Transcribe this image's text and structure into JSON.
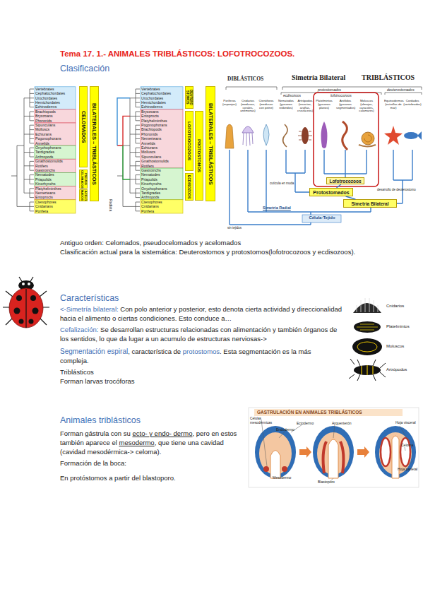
{
  "diagram": {
    "title": "Tema 17. 1.- ANIMALES TRIBLÁSTICOS: LOFOTROCOZOOS.",
    "nodes": [
      {
        "text": [
          "CELOMADOS"
        ]
      },
      {
        "text": [
          "BILATERALES – TRIBLÁSTICOS"
        ]
      },
      {
        "text": [
          "PSEUDO CELOMADOS"
        ]
      },
      {
        "text": [
          "ACELO MADOS"
        ]
      },
      {
        "text": [
          "DEUTERO STOMOS"
        ]
      },
      {
        "text": [
          "LOFOTROCOZOOS"
        ]
      },
      {
        "text": [
          "PROTOSTOMOS"
        ]
      },
      {
        "text": [
          "ECDISOZOOS"
        ]
      },
      {
        "text": [
          "BILATERALES – TRIBLÁSTICOS"
        ]
      },
      {
        "text": [
          "Lofotrocozoos"
        ]
      },
      {
        "text": [
          "Protostomados"
        ]
      },
      {
        "text": [
          "Simetría Bilateral"
        ]
      }
    ],
    "edges": [
      {
        "from": 11,
        "to": 10,
        "arrow": "none"
      },
      {
        "from": 10,
        "to": 9,
        "arrow": "none"
      }
    ],
    "labels": [
      "Clasificación",
      "Vertebrates",
      "Cephalochordates",
      "Urochordates",
      "Hemichordates",
      "Echinoderms",
      "Brachiopods",
      "Bryozoans",
      "Phoronids",
      "Sipunculans",
      "Molluscs",
      "Echiurans",
      "Pogonophorans",
      "Annelids",
      "Onychophorans",
      "Tardigrades",
      "Arthropods",
      "Gnathostomulids",
      "Rotifers",
      "Gastrotrichs",
      "Nematodes",
      "Priapulids",
      "Kinorhynchs",
      "Platyhelminthes",
      "Nemerteans",
      "Entoprocts",
      "Ctenophores",
      "Cnidarians",
      "Porifera",
      "Radiata",
      "Vertebrates",
      "Cephalochordates",
      "Urochordates",
      "Hemichordates",
      "Echinoderms",
      "Bryozoans",
      "Entoprocts",
      "Platyhelminthes",
      "Pogonophorans",
      "Brachiopods",
      "Phoronids",
      "Nemerteans",
      "Annelids",
      "Echiurans",
      "Molluscs",
      "Sipunculans",
      "Gnathostomulids",
      "Rotifers",
      "Gastrotrichs",
      "Nematodes",
      "Priapulids",
      "Kinorhynchs",
      "Onychophorans",
      "Tardigrades",
      "Arthropods",
      "Ctenophores",
      "Cnidarians",
      "Porifera",
      "DIBLÁSTICOS",
      "Simetría Bilateral",
      "TRIBLÁSTICOS",
      "protostomados",
      "deuterostomados",
      "ecdisozoos",
      "lofotrocozoos",
      "Poríferos (esponjas)",
      "Cnidarios (medusas, corales, anémonas)",
      "Ctenóforos (medusas con peine)",
      "Nematodos (gusanos redondos)",
      "Artrópodos (insectos, arañas, crustáceos)",
      "Platelmintos (gusanos planos)",
      "Anélidos (gusanos segmentados)",
      "Moluscos (almejas, caracoles, calamares)",
      "Equinodermos (estrellas de mar)",
      "Cordados (vertebrados)",
      "cutícula en muda",
      "desarrollo de deuterostomo",
      "Simetría Radial",
      "Célula-Tejido",
      "sin tejidos",
      "Antiguo orden: Celomados, pseudocelomados y acelomados",
      "Clasificación actual para la sistemática: Deuterostomos y protostomos(lofotrocozoos y ecdisozoos).",
      "Características",
      "<-",
      "Simetría bilateral:",
      "Con polo anterior y posterior, esto denota cierta actividad y direccionalidad hacia el alimento o ciertas condiciones. Esto conduce a…",
      "Cefalización:",
      "Se desarrollan estructuras relacionadas con alimentación y también órganos de los sentidos, lo que da lugar a un acumulo de estructuras nerviosas->",
      "Segmentación espiral",
      ", característica de",
      "protostomos",
      ". Esta segmentación es la más compleja.",
      "Triblásticos",
      "Forman larvas trocóforas",
      "Cnidarios",
      "Platelmintos",
      "Moluscos",
      "Artrópodos",
      "Animales triblásticos",
      "Forman gástrula con su",
      "ecto- y endo- dermo",
      ", pero en estos también aparece el",
      "mesodermo",
      ", que tiene una cavidad (cavidad mesodérmica-> celoma).",
      "Formación de la boca:",
      "En protóstomos a partir del blastoporo.",
      "GASTRULACIÓN EN ANIMALES TRIBLÁSTICOS",
      "Células mesodérmicas",
      "Ectodermo",
      "Arquenterón",
      "Endodermo",
      "Hoja visceral",
      "Mesodermo",
      "Blastoporo",
      "Celoma",
      "Hoja parietal"
    ]
  }
}
